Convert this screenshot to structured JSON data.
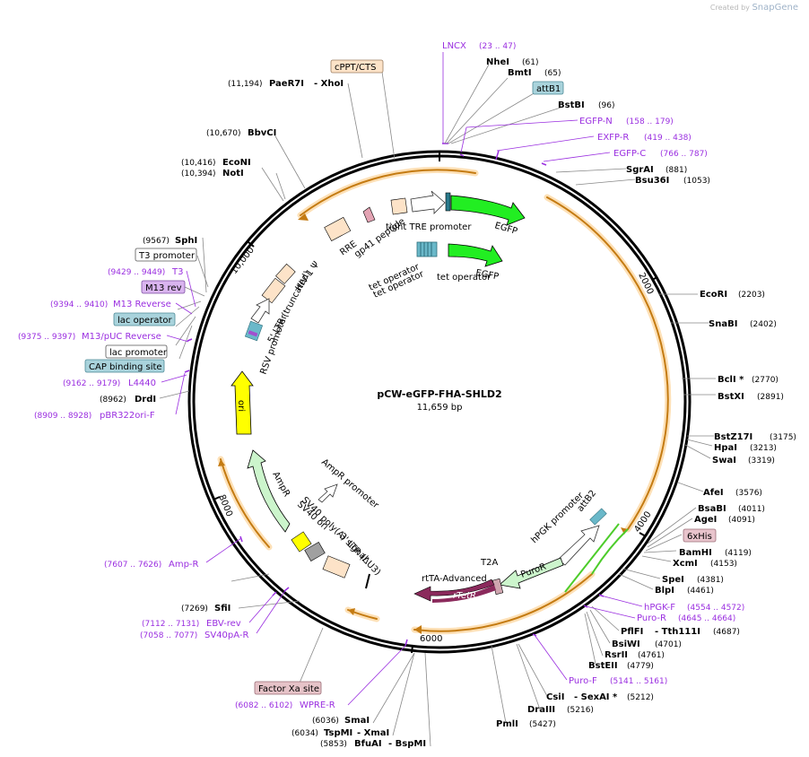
{
  "credit": {
    "prefix": "Created by",
    "brand": "SnapGene"
  },
  "plasmid": {
    "name": "pCW-eGFP-FHA-SHLD2",
    "length_label": "11,659 bp",
    "length": 11659
  },
  "ticks": [
    "2000",
    "4000",
    "6000",
    "8000",
    "10,000"
  ],
  "enzymes": [
    {
      "name": "NheI",
      "pos": "(61)",
      "side": "right",
      "bp": 61
    },
    {
      "name": "BmtI",
      "pos": "(65)",
      "side": "right",
      "bp": 65
    },
    {
      "name": "BstBI",
      "pos": "(96)",
      "side": "right",
      "bp": 96
    },
    {
      "name": "SgrAI",
      "pos": "(881)",
      "side": "right",
      "bp": 881
    },
    {
      "name": "Bsu36I",
      "pos": "(1053)",
      "side": "right",
      "bp": 1053
    },
    {
      "name": "EcoRI",
      "pos": "(2203)",
      "side": "right",
      "bp": 2203
    },
    {
      "name": "SnaBI",
      "pos": "(2402)",
      "side": "right",
      "bp": 2402
    },
    {
      "name": "BclI *",
      "pos": "(2770)",
      "side": "right",
      "bp": 2770
    },
    {
      "name": "BstXI",
      "pos": "(2891)",
      "side": "right",
      "bp": 2891
    },
    {
      "name": "BstZ17I",
      "pos": "(3175)",
      "side": "right",
      "bp": 3175
    },
    {
      "name": "HpaI",
      "pos": "(3213)",
      "side": "right",
      "bp": 3213
    },
    {
      "name": "SwaI",
      "pos": "(3319)",
      "side": "right",
      "bp": 3319
    },
    {
      "name": "AfeI",
      "pos": "(3576)",
      "side": "right",
      "bp": 3576
    },
    {
      "name": "BsaBI",
      "pos": "(4011)",
      "side": "right",
      "bp": 4011
    },
    {
      "name": "AgeI",
      "pos": "(4091)",
      "side": "right",
      "bp": 4091
    },
    {
      "name": "BamHI",
      "pos": "(4119)",
      "side": "right",
      "bp": 4119
    },
    {
      "name": "XcmI",
      "pos": "(4153)",
      "side": "right",
      "bp": 4153
    },
    {
      "name": "SpeI",
      "pos": "(4381)",
      "side": "right",
      "bp": 4381
    },
    {
      "name": "BlpI",
      "pos": "(4461)",
      "side": "right",
      "bp": 4461
    },
    {
      "name": "PflFI",
      "pos": "",
      "side": "right",
      "bp": 4687
    },
    {
      "name": "- Tth111I",
      "pos": "(4687)",
      "side": "right",
      "bp": 4687
    },
    {
      "name": "BsiWI",
      "pos": "(4701)",
      "side": "right",
      "bp": 4701
    },
    {
      "name": "RsrII",
      "pos": "(4761)",
      "side": "right",
      "bp": 4761
    },
    {
      "name": "BstEII",
      "pos": "(4779)",
      "side": "right",
      "bp": 4779
    },
    {
      "name": "CsiI",
      "pos": "",
      "side": "right",
      "bp": 5212
    },
    {
      "name": "- SexAI *",
      "pos": "(5212)",
      "side": "right",
      "bp": 5212
    },
    {
      "name": "DraIII",
      "pos": "(5216)",
      "side": "right",
      "bp": 5216
    },
    {
      "name": "PmlI",
      "pos": "(5427)",
      "side": "right",
      "bp": 5427
    },
    {
      "name": "SmaI",
      "pos": "(6036)",
      "side": "left",
      "bp": 6036
    },
    {
      "name": "TspMI",
      "pos": "(6034)",
      "side": "left",
      "bp": 6034
    },
    {
      "name": "- XmaI",
      "pos": "",
      "side": "left",
      "bp": 6034
    },
    {
      "name": "BfuAI",
      "pos": "(5853)",
      "side": "left",
      "bp": 5853
    },
    {
      "name": "- BspMI",
      "pos": "",
      "side": "left",
      "bp": 5853
    },
    {
      "name": "SfiI",
      "pos": "(7269)",
      "side": "left",
      "bp": 7269
    },
    {
      "name": "DrdI",
      "pos": "(8962)",
      "side": "left",
      "bp": 8962
    },
    {
      "name": "SphI",
      "pos": "(9567)",
      "side": "left",
      "bp": 9567
    },
    {
      "name": "NotI",
      "pos": "(10,394)",
      "side": "left",
      "bp": 10394
    },
    {
      "name": "EcoNI",
      "pos": "(10,416)",
      "side": "left",
      "bp": 10416
    },
    {
      "name": "BbvCI",
      "pos": "(10,670)",
      "side": "left",
      "bp": 10670
    },
    {
      "name": "PaeR7I",
      "pos": "(11,194)",
      "side": "left",
      "bp": 11194
    },
    {
      "name": "- XhoI",
      "pos": "",
      "side": "left",
      "bp": 11194
    }
  ],
  "primers": [
    {
      "name": "LNCX",
      "pos": "(23 .. 47)"
    },
    {
      "name": "EGFP-N",
      "pos": "(158 .. 179)"
    },
    {
      "name": "EXFP-R",
      "pos": "(419 .. 438)"
    },
    {
      "name": "EGFP-C",
      "pos": "(766 .. 787)"
    },
    {
      "name": "hPGK-F",
      "pos": "(4554 .. 4572)"
    },
    {
      "name": "Puro-R",
      "pos": "(4645 .. 4664)"
    },
    {
      "name": "Puro-F",
      "pos": "(5141 .. 5161)"
    },
    {
      "name": "WPRE-R",
      "pos": "(6082 .. 6102)"
    },
    {
      "name": "SV40pA-R",
      "pos": "(7058 .. 7077)"
    },
    {
      "name": "EBV-rev",
      "pos": "(7112 .. 7131)"
    },
    {
      "name": "Amp-R",
      "pos": "(7607 .. 7626)"
    },
    {
      "name": "pBR322ori-F",
      "pos": "(8909 .. 8928)"
    },
    {
      "name": "L4440",
      "pos": "(9162 .. 9179)"
    },
    {
      "name": "M13/pUC Reverse",
      "pos": "(9375 .. 9397)"
    },
    {
      "name": "M13 Reverse",
      "pos": "(9394 .. 9410)"
    },
    {
      "name": "T3",
      "pos": "(9429 .. 9449)"
    }
  ],
  "boxed_labels": [
    {
      "name": "cPPT/CTS",
      "color": "#fde3c8"
    },
    {
      "name": "attB1",
      "color": "#a9d3dc"
    },
    {
      "name": "6xHis",
      "color": "#e8c4cc"
    },
    {
      "name": "Factor Xa site",
      "color": "#e6c3c8"
    },
    {
      "name": "CAP binding site",
      "color": "#a9d3dc"
    },
    {
      "name": "lac promoter",
      "color": "#ffffff"
    },
    {
      "name": "lac operator",
      "color": "#a9d3dc"
    },
    {
      "name": "M13 rev",
      "color": "#d9b4ef"
    },
    {
      "name": "T3 promoter",
      "color": "#ffffff"
    }
  ],
  "features": [
    {
      "name": "EGFP",
      "color": "#22ee22"
    },
    {
      "name": "tight TRE promoter",
      "color": "#ffffff"
    },
    {
      "name": "gp41 peptide",
      "color": "#e3a3b3"
    },
    {
      "name": "RRE",
      "color": "#fde3c8"
    },
    {
      "name": "tet operator",
      "color": "#6ab8c9"
    },
    {
      "name": "HIV-1 Ψ",
      "color": "#fde3c8"
    },
    {
      "name": "5' LTR (truncated)",
      "color": "#fde3c8"
    },
    {
      "name": "RSV promoter",
      "color": "#ffffff"
    },
    {
      "name": "ori",
      "color": "#ffff00"
    },
    {
      "name": "AmpR",
      "color": "#ccf5cc"
    },
    {
      "name": "AmpR promoter",
      "color": "#ffffff"
    },
    {
      "name": "SV40 ori",
      "color": "#ffff00"
    },
    {
      "name": "SV40 poly(A) signal",
      "color": "#a0a0a0"
    },
    {
      "name": "3' LTR (ΔU3)",
      "color": "#fde3c8"
    },
    {
      "name": "hPGK promoter",
      "color": "#ffffff"
    },
    {
      "name": "attB2",
      "color": "#a9d3dc"
    },
    {
      "name": "PuroR",
      "color": "#ccf5cc"
    },
    {
      "name": "T2A",
      "color": "#cfa5af"
    },
    {
      "name": "rtTA-Advanced",
      "color": "#8b2a5c"
    },
    {
      "name": "rTetR",
      "color": "#8b2a5c"
    }
  ],
  "colors": {
    "primer": "#9a2ee0",
    "orf_arc": "#f5a623",
    "backbone": "#000000"
  }
}
